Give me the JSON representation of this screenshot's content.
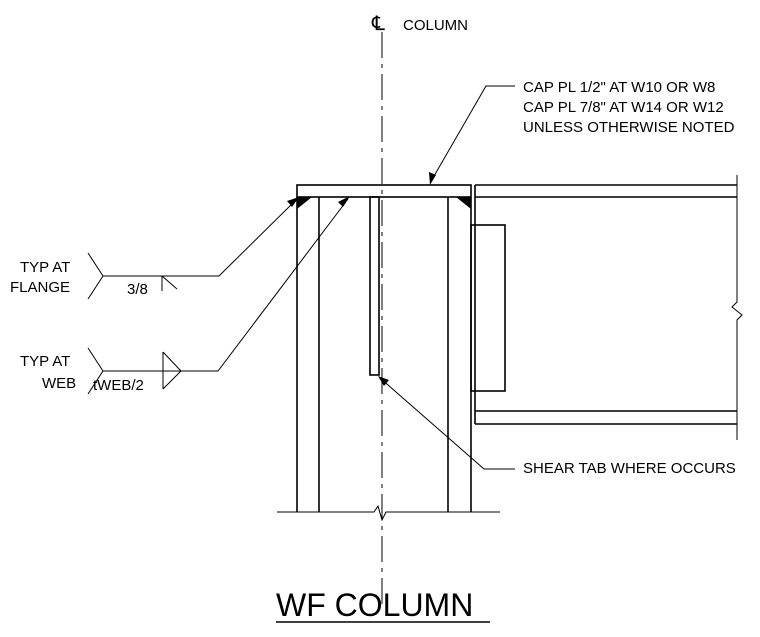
{
  "labels": {
    "cl_symbol": "℄",
    "column": "COLUMN",
    "cap_line1": "CAP PL 1/2\" AT W10 OR W8",
    "cap_line2": "CAP PL 7/8\" AT W14 OR W12",
    "cap_line3": "UNLESS OTHERWISE NOTED",
    "typ_flange_1": "TYP AT",
    "typ_flange_2": "FLANGE",
    "flange_weld_size": "3/8",
    "typ_web_1": "TYP AT",
    "typ_web_2": "WEB",
    "web_weld_size": "tWEB/2",
    "shear_tab": "SHEAR TAB WHERE OCCURS",
    "title": "WF COLUMN"
  }
}
